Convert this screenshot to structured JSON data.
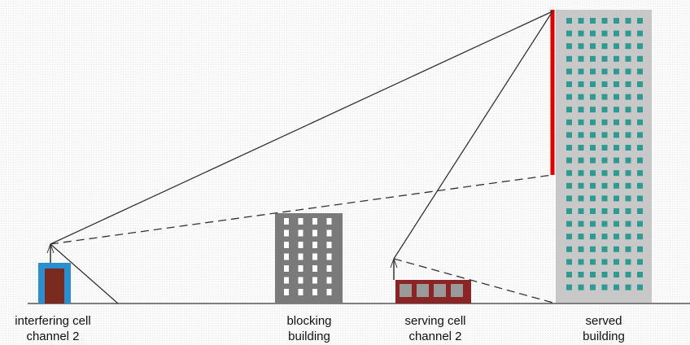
{
  "labels": {
    "interfering": {
      "line1": "interfering cell",
      "line2": "channel 2"
    },
    "blocking": {
      "line1": "blocking",
      "line2": "building"
    },
    "serving": {
      "line1": "serving cell",
      "line2": "channel 2"
    },
    "served": {
      "line1": "served",
      "line2": "building"
    }
  },
  "colors": {
    "line": "#333333",
    "ground": "#555555",
    "blocking_building": "#7a7a7a",
    "blocking_windows": "#ffffff",
    "served_building": "#c8c8c8",
    "served_windows": "#2f9a91",
    "serving_building": "#8b2525",
    "serving_windows": "#9a9a9a",
    "interfering_shelter": "#2a8fcf",
    "interfering_door": "#7a2a1e",
    "coverage_edge": "#e00000"
  }
}
